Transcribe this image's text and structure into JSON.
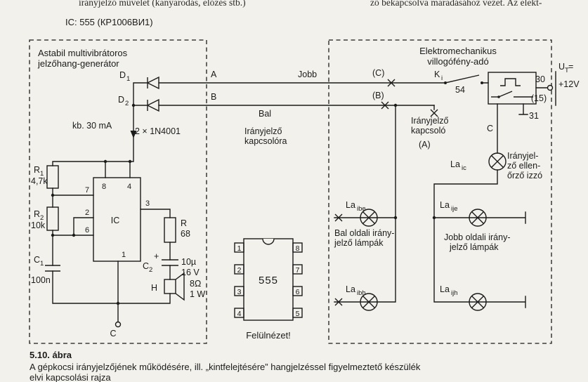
{
  "page": {
    "top_fragment_left": "irányjelző művelet (kanyarodás, előzés stb.)",
    "top_fragment_right": "ző bekapcsolva maradásához vezet. Az elekt-",
    "ic_heading": "IC: 555 (КР1006ВИ1)"
  },
  "generator_box": {
    "title_line1": "Astabil multivibrátoros",
    "title_line2": "jelzőhang-generátor",
    "current_note": "kb. 30 mA",
    "diode_type": "2 × 1N4001",
    "d1": {
      "base": "D",
      "sub": "1"
    },
    "d2": {
      "base": "D",
      "sub": "2"
    },
    "r1": {
      "base": "R",
      "sub": "1",
      "value": "4,7k"
    },
    "r2": {
      "base": "R",
      "sub": "2",
      "value": "10k"
    },
    "c1": {
      "base": "C",
      "sub": "1",
      "value": "100n"
    },
    "r": {
      "base": "R",
      "value": "68"
    },
    "c2": {
      "base": "C",
      "sub": "2",
      "plus": "+",
      "value_line1": "10µ",
      "value_line2": "16 V"
    },
    "speaker": {
      "label": "H",
      "value_line1": "8Ω",
      "value_line2": "1 W"
    },
    "ic_label": "IC",
    "pins": {
      "p8": "8",
      "p4": "4",
      "p7": "7",
      "p2": "2",
      "p6": "6",
      "p3": "3",
      "p1": "1"
    },
    "ground_label": "C"
  },
  "wires": {
    "a_label": "A",
    "a_name": "Jobb",
    "b_label": "B",
    "b_name": "Bal",
    "dest_line1": "Irányjelző",
    "dest_line2": "kapcsolóra"
  },
  "dip": {
    "chip_label": "555",
    "pins": [
      "1",
      "2",
      "3",
      "4",
      "5",
      "6",
      "7",
      "8"
    ],
    "caption": "Felülnézet!"
  },
  "flasher_box": {
    "title_line1": "Elektromechanikus",
    "title_line2": "villogófény-adó",
    "terminal_c": "(C)",
    "terminal_b": "(B)",
    "terminal_a": "(A)",
    "ki": {
      "base": "K",
      "sub": "i"
    },
    "t54": "54",
    "t30": "30",
    "t15": "(15)",
    "t31": "31",
    "wire_c": "C",
    "ut": {
      "base": "U",
      "sub": "T",
      "eq": "="
    },
    "supply": "+12V",
    "switch_line1": "Irányjelző",
    "switch_line2": "kapcsoló",
    "check_lamp": {
      "base": "La",
      "sub": "ic"
    },
    "check_lamp_text1": "Irányjel-",
    "check_lamp_text2": "ző ellen-",
    "check_lamp_text3": "őrző izzó",
    "lamp_ibe": {
      "base": "La",
      "sub": "ibe"
    },
    "lamp_ije": {
      "base": "La",
      "sub": "ije"
    },
    "lamp_ibh": {
      "base": "La",
      "sub": "ibh"
    },
    "lamp_ijh": {
      "base": "La",
      "sub": "ijh"
    },
    "left_lamps_line1": "Bal oldali irány-",
    "left_lamps_line2": "jelző lámpák",
    "right_lamps_line1": "Jobb oldali irány-",
    "right_lamps_line2": "jelző lámpák"
  },
  "caption": {
    "figure": "5.10. ábra",
    "line1": "A gépkocsi irányjelzőjének működésére, ill. „kintfelejtésére” hangjelzéssel figyelmeztető készülék",
    "line2": "elvi kapcsolási rajza"
  }
}
